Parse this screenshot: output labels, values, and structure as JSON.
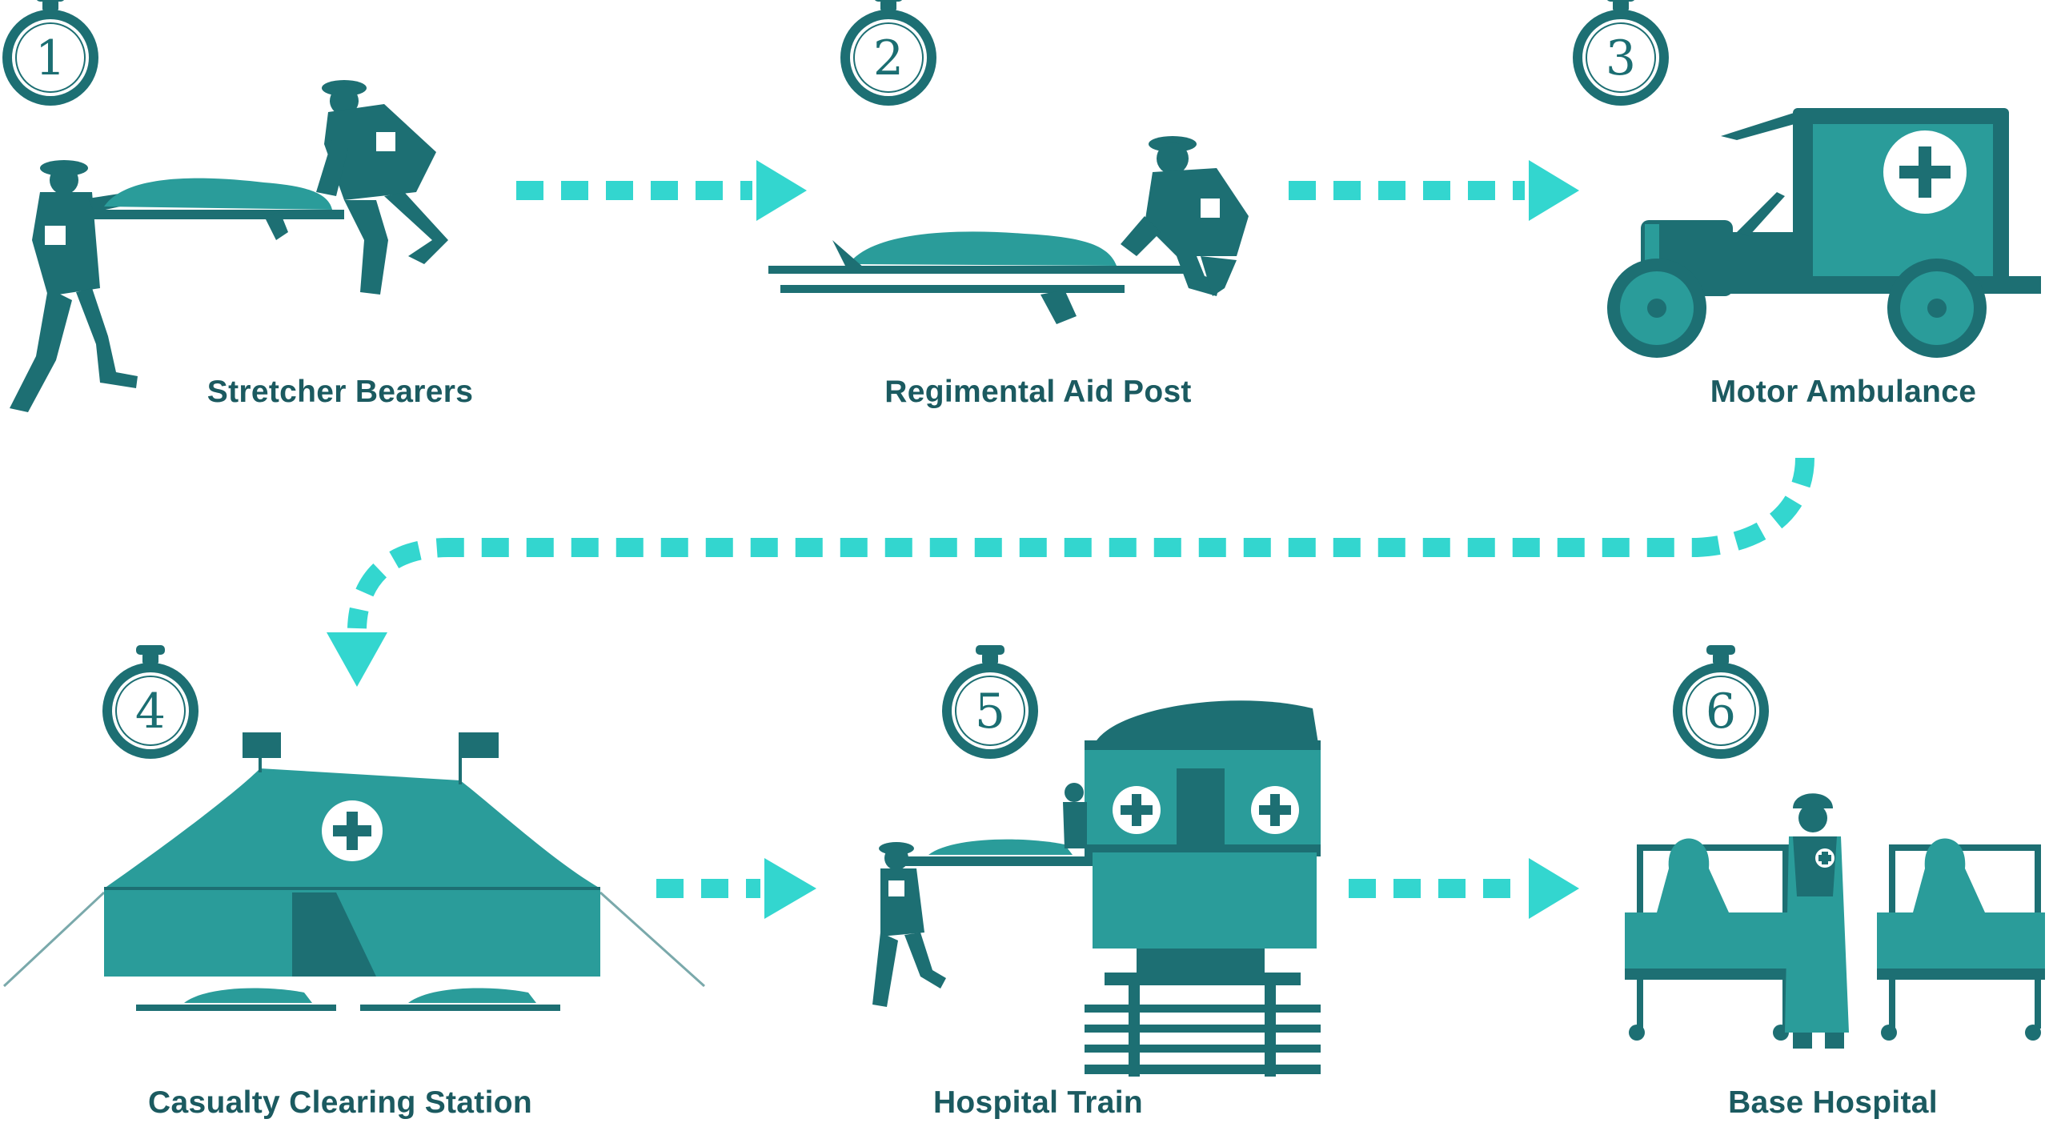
{
  "stages": [
    {
      "number": "1",
      "label": "Stretcher Bearers"
    },
    {
      "number": "2",
      "label": "Regimental Aid Post"
    },
    {
      "number": "3",
      "label": "Motor Ambulance"
    },
    {
      "number": "4",
      "label": "Casualty Clearing Station"
    },
    {
      "number": "5",
      "label": "Hospital Train"
    },
    {
      "number": "6",
      "label": "Base Hospital"
    }
  ],
  "icons": [
    "stopwatch-icon",
    "soldier-silhouette-icon",
    "stretcher-icon",
    "motor-ambulance-icon",
    "medical-tent-icon",
    "hospital-train-icon",
    "hospital-bed-icon",
    "nurse-icon",
    "red-cross-icon"
  ],
  "colors": {
    "dark_teal": "#1d6f73",
    "mid_teal": "#2a9c9a",
    "arrow_cyan": "#33d6cf",
    "label_text": "#1b5a60"
  }
}
